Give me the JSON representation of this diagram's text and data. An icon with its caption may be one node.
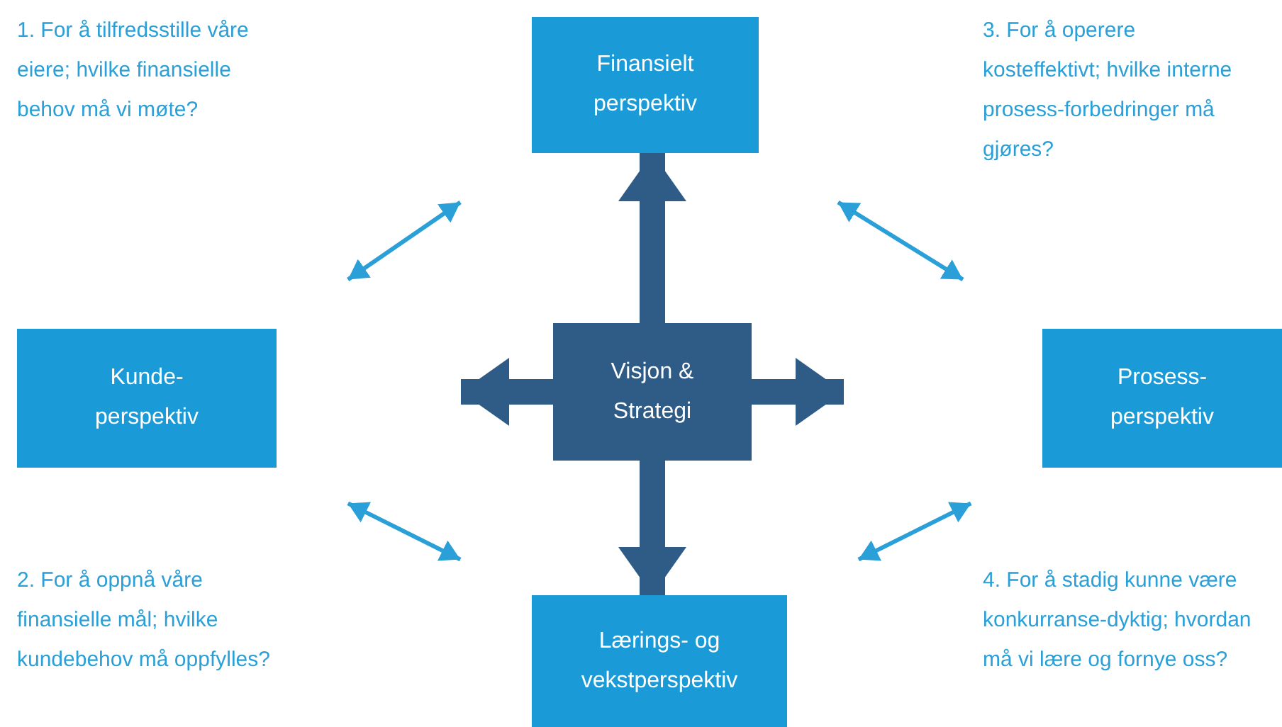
{
  "diagram": {
    "nodes": [
      {
        "text": [
          "Finansielt perspektiv"
        ]
      },
      {
        "text": [
          "Kunde-perspektiv"
        ]
      },
      {
        "text": [
          "Visjon & Strategi"
        ]
      },
      {
        "text": [
          "Prosess-perspektiv"
        ]
      },
      {
        "text": [
          "Lærings- og vekstperspektiv"
        ]
      }
    ],
    "edges": [
      {
        "from": 2,
        "to": 0,
        "arrow": "to",
        "style": "thick",
        "color": "#2f5b87"
      },
      {
        "from": 2,
        "to": null,
        "arrow": "to",
        "style": "thick",
        "color": "#2f5b87"
      },
      {
        "from": 2,
        "to": null,
        "arrow": "to",
        "style": "thick",
        "color": "#2f5b87"
      },
      {
        "from": 2,
        "to": 4,
        "arrow": "to",
        "style": "thick",
        "color": "#2f5b87"
      },
      {
        "from": 1,
        "to": 0,
        "arrow": "both",
        "color": "#2a9fd8"
      },
      {
        "from": 0,
        "to": 3,
        "arrow": "both",
        "color": "#2a9fd8"
      },
      {
        "from": 1,
        "to": 4,
        "arrow": "both",
        "color": "#2a9fd8"
      },
      {
        "from": 3,
        "to": 4,
        "arrow": "both",
        "color": "#2a9fd8"
      }
    ],
    "labels": [
      "1. For å tilfredsstille våre eiere; hvilke finansielle behov må vi møte?",
      "3. For å operere kosteffektivt; hvilke interne prosess-forbedringer må gjøres?",
      "2. For å oppnå våre finansielle mål; hvilke kundebehov må oppfylles?",
      "4. For å stadig kunne være konkurranse-dyktig; hvordan må vi lære og fornye oss?"
    ]
  }
}
